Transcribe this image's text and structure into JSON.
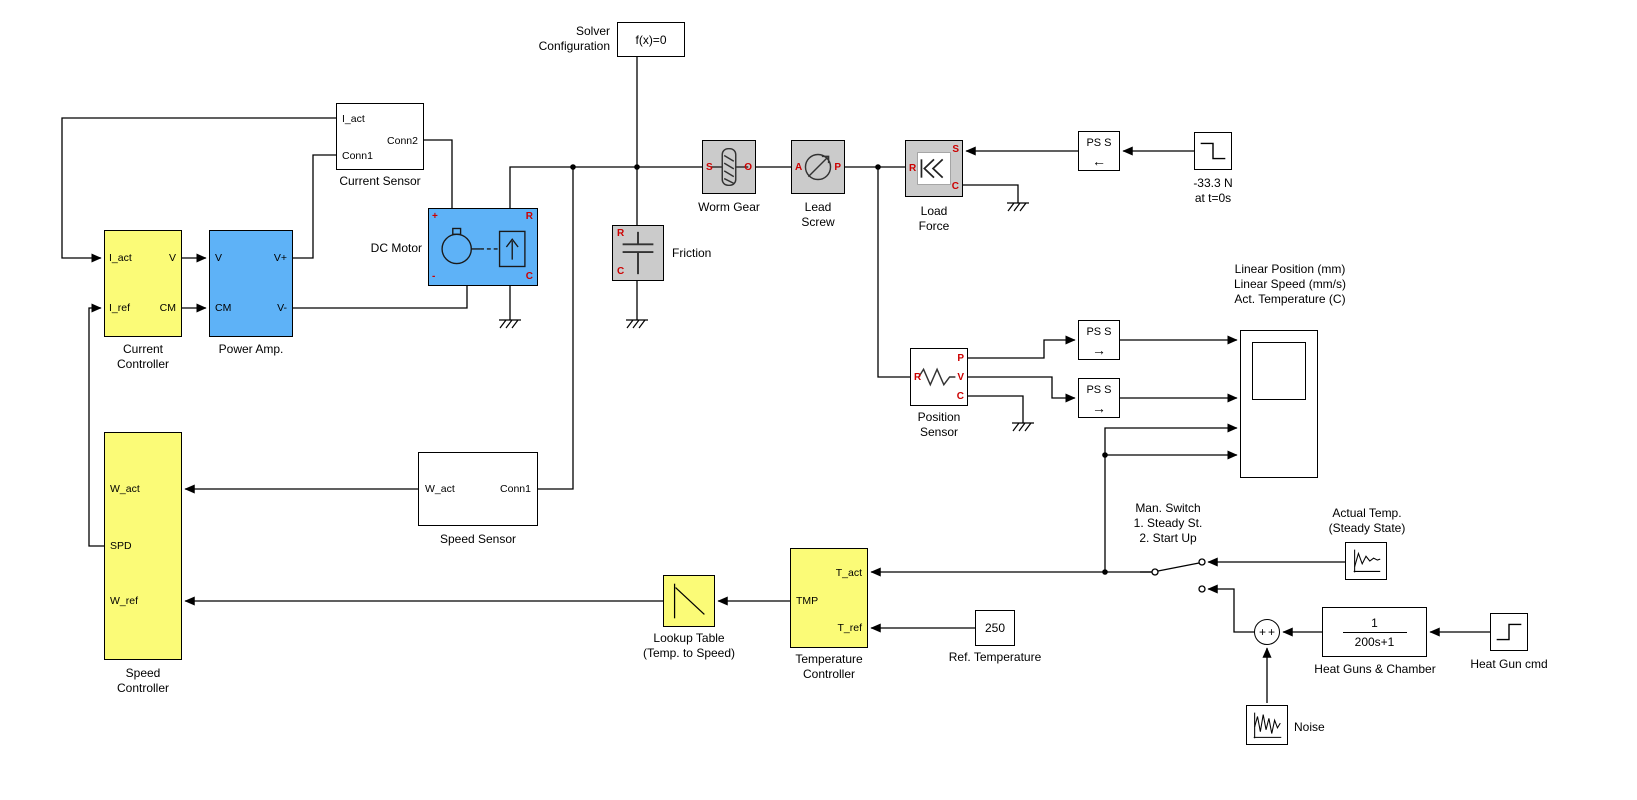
{
  "colors": {
    "controller_yellow": "#fbfb77",
    "electrical_blue": "#5eb2f7",
    "mechanical_gray": "#cbcbcb",
    "port_red": "#cc0000",
    "wire_black": "#000000",
    "background": "#ffffff"
  },
  "icons": {
    "arrow_left": "←",
    "arrow_right": "→"
  },
  "solver": {
    "text": "f(x)=0",
    "label": "Solver Configuration"
  },
  "current_sensor": {
    "label": "Current Sensor",
    "ports": {
      "i_act": "I_act",
      "conn1": "Conn1",
      "conn2": "Conn2"
    }
  },
  "current_controller": {
    "label": "Current Controller",
    "ports": {
      "i_act": "I_act",
      "i_ref": "I_ref",
      "v": "V",
      "cm": "CM"
    }
  },
  "power_amp": {
    "label": "Power Amp.",
    "ports": {
      "v": "V",
      "cm": "CM",
      "vplus": "V+",
      "vminus": "V-"
    }
  },
  "dc_motor": {
    "label": "DC Motor",
    "ports": {
      "plus": "+",
      "minus": "-",
      "r": "R",
      "c": "C"
    }
  },
  "friction": {
    "label": "Friction",
    "ports": {
      "r": "R",
      "c": "C"
    }
  },
  "worm_gear": {
    "label": "Worm Gear",
    "ports": {
      "s": "S",
      "o": "O"
    }
  },
  "lead_screw": {
    "label": "Lead Screw",
    "ports": {
      "a": "A",
      "p": "P"
    }
  },
  "load_force": {
    "label": "Load Force",
    "ports": {
      "r": "R",
      "s": "S",
      "c": "C"
    }
  },
  "ps_converter": {
    "text": "PS S"
  },
  "step_load": {
    "label1": "-33.3 N",
    "label2": "at t=0s"
  },
  "position_sensor": {
    "label": "Position Sensor",
    "ports": {
      "r": "R",
      "p": "P",
      "v": "V",
      "c": "C"
    }
  },
  "scope": {
    "labels": [
      "Linear Position (mm)",
      "Linear Speed (mm/s)",
      "Act. Temperature (C)"
    ]
  },
  "speed_sensor": {
    "label": "Speed Sensor",
    "ports": {
      "w_act": "W_act",
      "conn1": "Conn1"
    }
  },
  "speed_controller": {
    "label": "Speed Controller",
    "ports": {
      "w_act": "W_act",
      "spd": "SPD",
      "w_ref": "W_ref"
    }
  },
  "lookup_table": {
    "label": "Lookup Table",
    "sublabel": "(Temp. to Speed)"
  },
  "temperature_controller": {
    "label": "Temperature Controller",
    "ports": {
      "t_act": "T_act",
      "tmp": "TMP",
      "t_ref": "T_ref"
    }
  },
  "ref_temperature": {
    "value": "250",
    "label": "Ref. Temperature"
  },
  "man_switch": {
    "label1": "Man. Switch",
    "label2": "1. Steady St.",
    "label3": "2. Start Up"
  },
  "actual_temp": {
    "label1": "Actual Temp.",
    "label2": "(Steady State)"
  },
  "sum": {
    "sign1": "+",
    "sign2": "+"
  },
  "heat_chamber": {
    "numerator": "1",
    "denominator": "200s+1",
    "label": "Heat Guns & Chamber"
  },
  "heat_gun": {
    "label": "Heat Gun cmd"
  },
  "noise": {
    "label": "Noise"
  }
}
